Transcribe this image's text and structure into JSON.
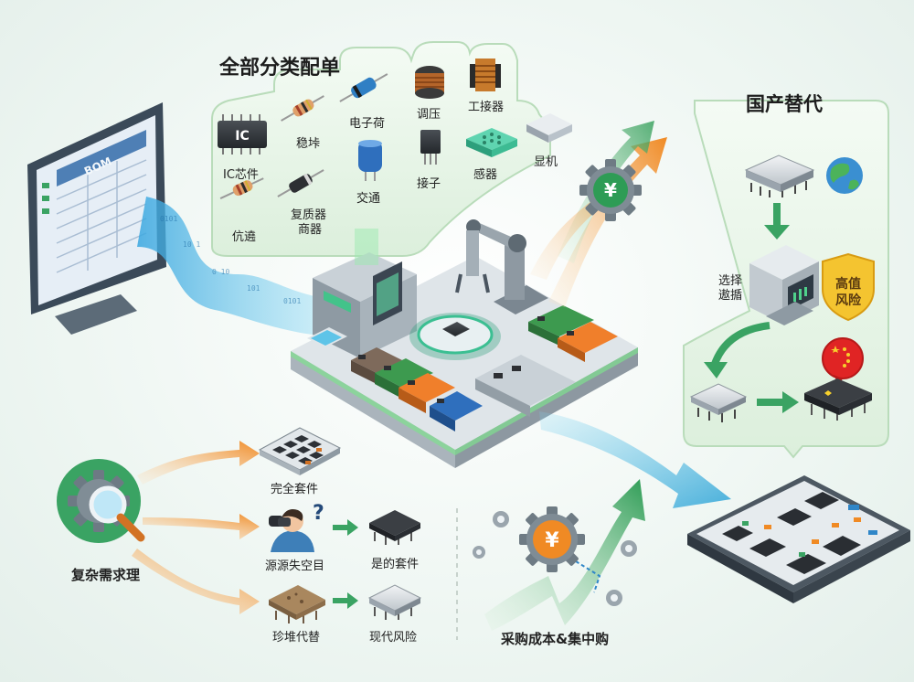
{
  "top_group": {
    "title": "全部分类配单",
    "items": [
      "IC芯件",
      "稳垰",
      "伉遶",
      "复质器",
      "商器",
      "电子荷",
      "交通",
      "调压",
      "接子",
      "工接器",
      "感器",
      "显机"
    ]
  },
  "bom_label": "BOM",
  "domestic": {
    "title": "国产替代",
    "select_label_1": "选择",
    "select_label_2": "遨揗",
    "badge_line_1": "高值",
    "badge_line_2": "风险"
  },
  "bottom_left": {
    "title": "复杂需求理",
    "items": [
      "完全套件",
      "源源失空目",
      "是的套件",
      "珍堆代替",
      "现代风险"
    ]
  },
  "bottom_mid": {
    "title": "采购成本&集中购"
  },
  "colors": {
    "green": "#2e9c55",
    "orange": "#f08a24",
    "blue": "#2f86c8",
    "panel": "#e8f5ea"
  },
  "icons": [
    "monitor-icon",
    "chip-icon",
    "resistor-icon",
    "diode-icon",
    "capacitor-icon",
    "inductor-icon",
    "transformer-icon",
    "crystal-icon",
    "globe-icon",
    "yuan-gear-icon",
    "robot-arm-icon",
    "magnifier-gear-icon",
    "binoculars-icon",
    "china-flag-icon",
    "shield-icon",
    "pcb-board-icon"
  ]
}
